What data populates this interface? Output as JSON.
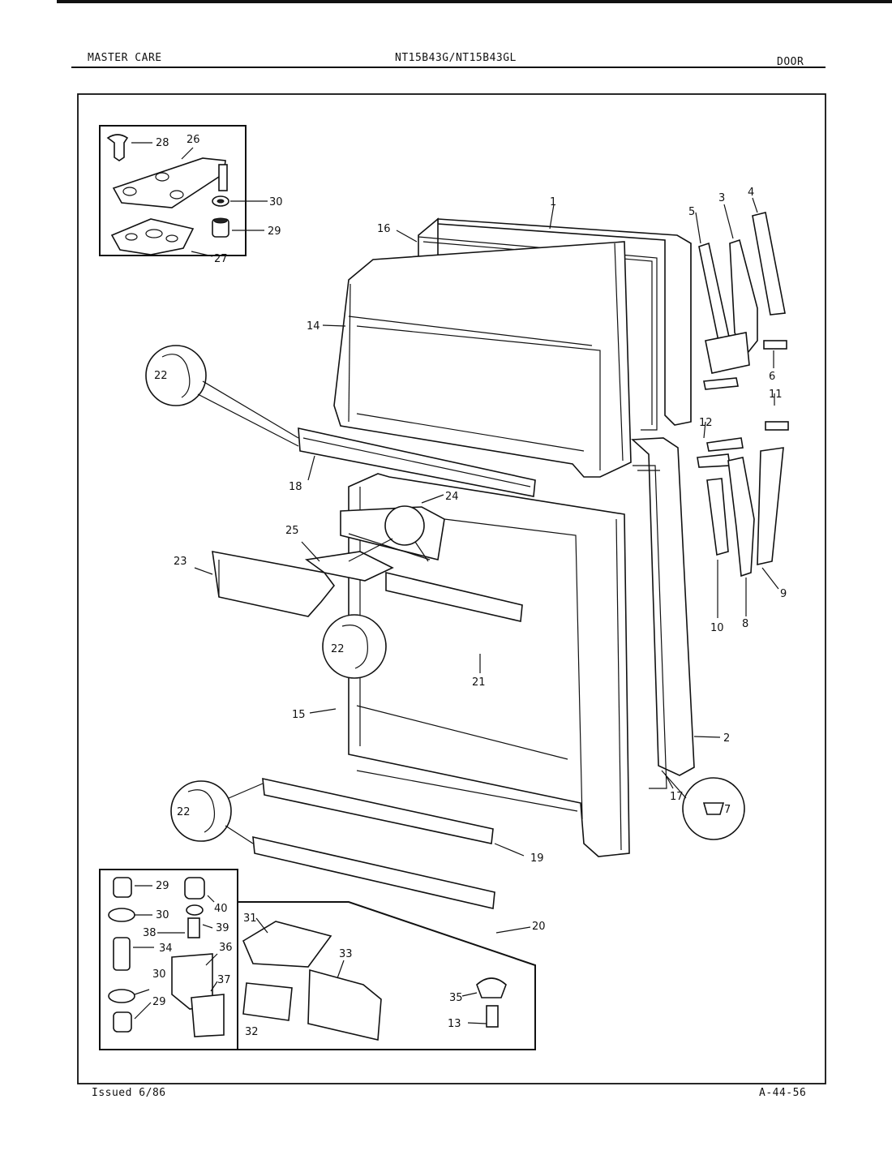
{
  "header": {
    "brand": "MASTER CARE",
    "model": "NT15B43G/NT15B43GL",
    "section": "DOOR"
  },
  "footer": {
    "issued": "Issued 6/86",
    "page_code": "A-44-56"
  },
  "callouts": [
    {
      "id": "c1",
      "text": "1"
    },
    {
      "id": "c2",
      "text": "2"
    },
    {
      "id": "c3",
      "text": "3"
    },
    {
      "id": "c4",
      "text": "4"
    },
    {
      "id": "c5",
      "text": "5"
    },
    {
      "id": "c6",
      "text": "6"
    },
    {
      "id": "c7",
      "text": "7"
    },
    {
      "id": "c8",
      "text": "8"
    },
    {
      "id": "c9",
      "text": "9"
    },
    {
      "id": "c10",
      "text": "10"
    },
    {
      "id": "c11",
      "text": "11"
    },
    {
      "id": "c12",
      "text": "12"
    },
    {
      "id": "c13",
      "text": "13"
    },
    {
      "id": "c14",
      "text": "14"
    },
    {
      "id": "c15",
      "text": "15"
    },
    {
      "id": "c16",
      "text": "16"
    },
    {
      "id": "c17",
      "text": "17"
    },
    {
      "id": "c18",
      "text": "18"
    },
    {
      "id": "c19",
      "text": "19"
    },
    {
      "id": "c20",
      "text": "20"
    },
    {
      "id": "c21",
      "text": "21"
    },
    {
      "id": "c22a",
      "text": "22"
    },
    {
      "id": "c22b",
      "text": "22"
    },
    {
      "id": "c22c",
      "text": "22"
    },
    {
      "id": "c23",
      "text": "23"
    },
    {
      "id": "c24",
      "text": "24"
    },
    {
      "id": "c25",
      "text": "25"
    },
    {
      "id": "c26",
      "text": "26"
    },
    {
      "id": "c27",
      "text": "27"
    },
    {
      "id": "c28",
      "text": "28"
    },
    {
      "id": "c29a",
      "text": "29"
    },
    {
      "id": "c30a",
      "text": "30"
    },
    {
      "id": "c29b",
      "text": "29"
    },
    {
      "id": "c30b",
      "text": "30"
    },
    {
      "id": "c29c",
      "text": "29"
    },
    {
      "id": "c30c",
      "text": "30"
    },
    {
      "id": "c31",
      "text": "31"
    },
    {
      "id": "c32",
      "text": "32"
    },
    {
      "id": "c33",
      "text": "33"
    },
    {
      "id": "c34",
      "text": "34"
    },
    {
      "id": "c35",
      "text": "35"
    },
    {
      "id": "c36",
      "text": "36"
    },
    {
      "id": "c37",
      "text": "37"
    },
    {
      "id": "c38",
      "text": "38"
    },
    {
      "id": "c39",
      "text": "39"
    },
    {
      "id": "c40",
      "text": "40"
    }
  ]
}
